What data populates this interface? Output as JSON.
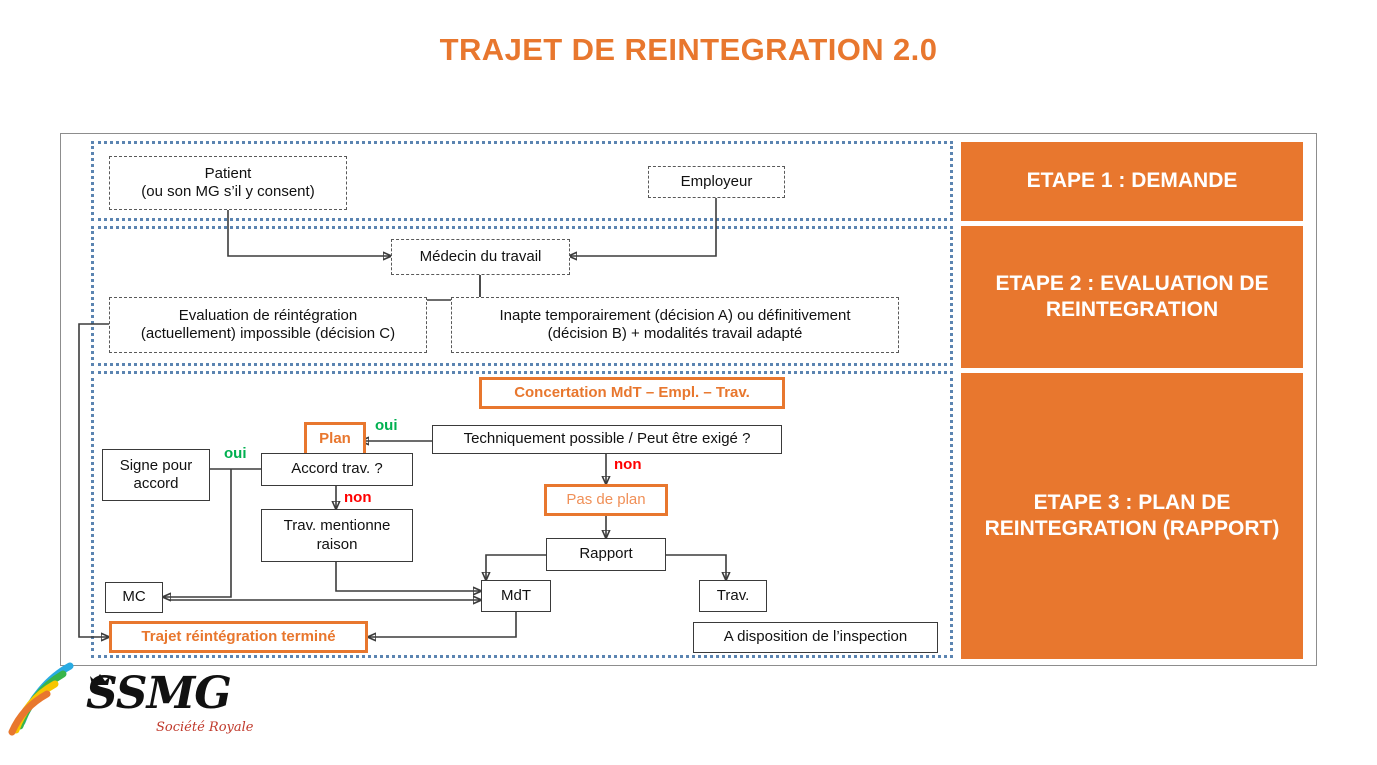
{
  "page": {
    "title": "TRAJET DE REINTEGRATION 2.0",
    "title_color": "#E8772E"
  },
  "colors": {
    "orange": "#E8772E",
    "orange_light": "#F09058",
    "dotted_blue": "#5B84B1",
    "yes_green": "#00B050",
    "no_red": "#FF0000",
    "frame_gray": "#8D8D8D"
  },
  "stages": [
    {
      "id": "stage1",
      "label": "ETAPE 1 : DEMANDE"
    },
    {
      "id": "stage2",
      "label": "ETAPE 2 : EVALUATION DE REINTEGRATION"
    },
    {
      "id": "stage3",
      "label": "ETAPE 3 : PLAN DE REINTEGRATION (RAPPORT)"
    }
  ],
  "nodes": {
    "patient": {
      "line1": "Patient",
      "line2": "(ou son MG s’il y consent)",
      "style": "dashed"
    },
    "employeur": {
      "label": "Employeur",
      "style": "dashed"
    },
    "medecin_travail": {
      "label": "Médecin du travail",
      "style": "dashed"
    },
    "evaluation_impossible": {
      "line1": "Evaluation de réintégration",
      "line2": "(actuellement) impossible (décision C)",
      "style": "dashed"
    },
    "inapte": {
      "line1": "Inapte temporairement (décision A) ou définitivement",
      "line2": "(décision B) + modalités travail adapté",
      "style": "dashed"
    },
    "concertation": {
      "label": "Concertation MdT – Empl. – Trav.",
      "style": "orange"
    },
    "techniquement": {
      "label": "Techniquement possible / Peut être exigé ?",
      "style": "solid"
    },
    "plan": {
      "label": "Plan",
      "style": "orange"
    },
    "pas_de_plan": {
      "label": "Pas de plan",
      "style": "orange-light"
    },
    "accord_trav": {
      "label": "Accord trav. ?",
      "style": "solid"
    },
    "signe_pour_accord": {
      "line1": "Signe pour",
      "line2": "accord",
      "style": "solid"
    },
    "trav_mentionne_raison": {
      "line1": "Trav. mentionne",
      "line2": "raison",
      "style": "solid"
    },
    "rapport": {
      "label": "Rapport",
      "style": "solid"
    },
    "mdt": {
      "label": "MdT",
      "style": "solid"
    },
    "trav": {
      "label": "Trav.",
      "style": "solid"
    },
    "mc": {
      "label": "MC",
      "style": "solid"
    },
    "trajet_termine": {
      "label": "Trajet réintégration terminé",
      "style": "orange"
    },
    "a_disposition": {
      "label": "A disposition de l’inspection",
      "style": "solid"
    }
  },
  "edge_labels": [
    {
      "id": "oui-technique",
      "text": "oui",
      "kind": "oui"
    },
    {
      "id": "non-technique",
      "text": "non",
      "kind": "non"
    },
    {
      "id": "oui-accord",
      "text": "oui",
      "kind": "oui"
    },
    {
      "id": "non-accord",
      "text": "non",
      "kind": "non"
    }
  ],
  "logo": {
    "name": "SSMG",
    "tagline": "Société Royale",
    "arc_colors": [
      "#29ABE2",
      "#39B54A",
      "#F7C600",
      "#E8772E"
    ]
  }
}
